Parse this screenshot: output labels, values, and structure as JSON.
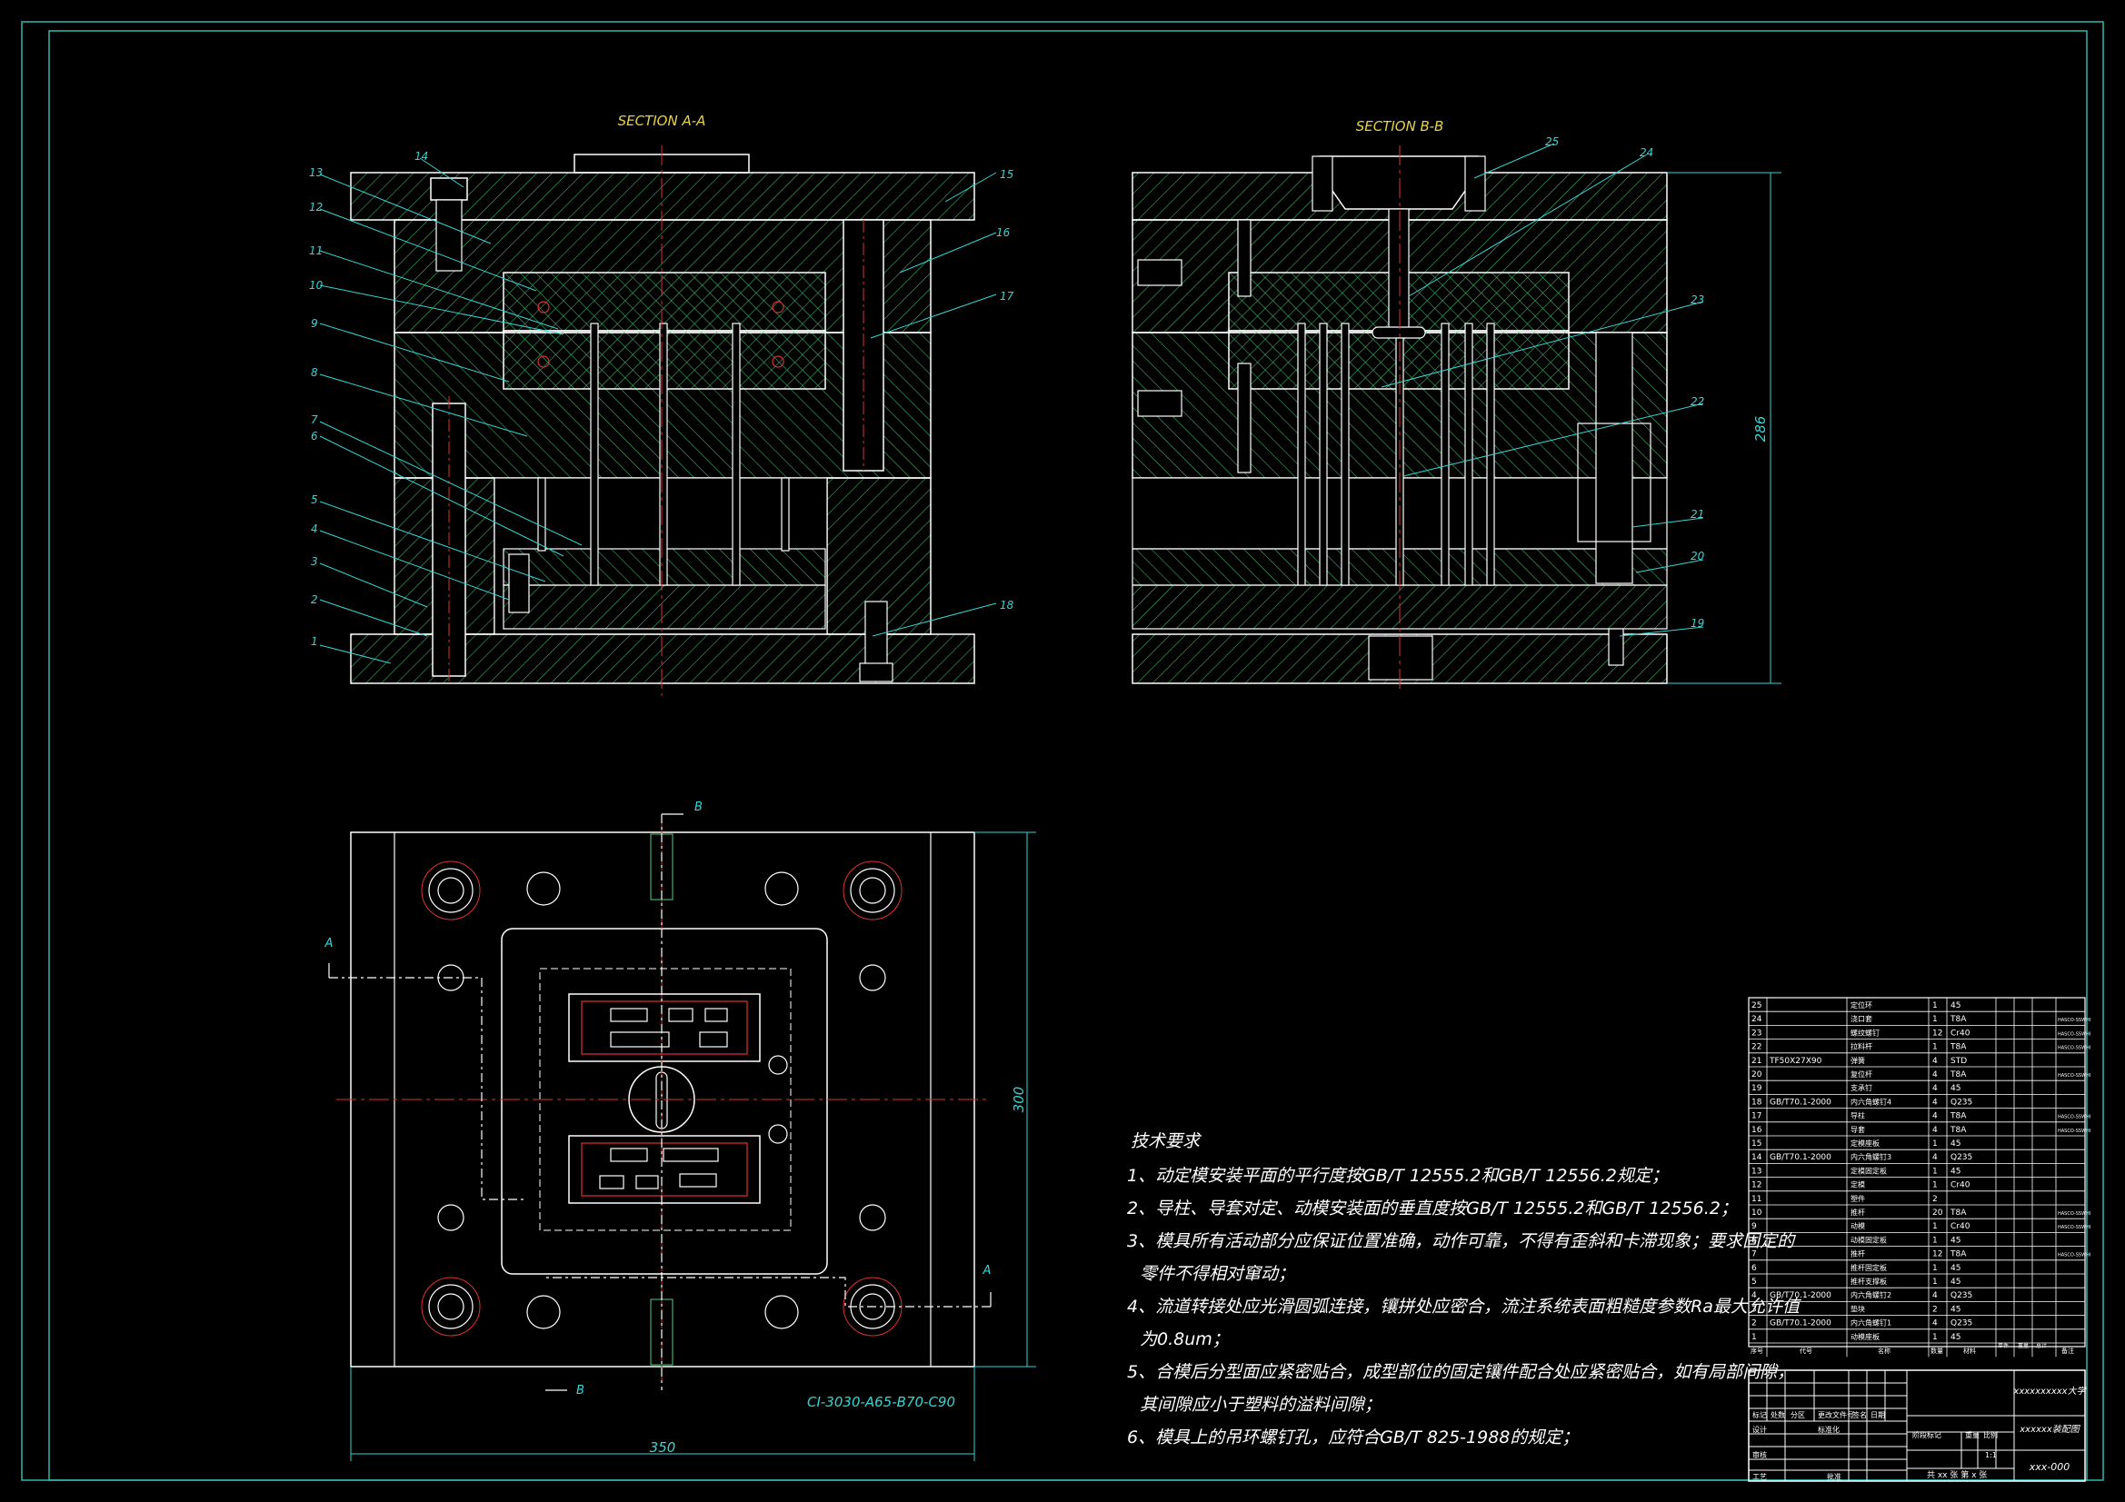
{
  "colors": {
    "background": "#000000",
    "frame": "#32b8b0",
    "outline": "#ffffff",
    "hatch": "#3fae6a",
    "center": "#e03030",
    "leader": "#32d6d6",
    "title_text": "#e6d24a"
  },
  "views": {
    "section_aa": "SECTION A-A",
    "section_bb": "SECTION B-B",
    "cut_b_top": "B",
    "cut_b_bottom": "B",
    "cut_a_left": "A",
    "cut_a_right": "A",
    "model_code": "CI-3030-A65-B70-C90"
  },
  "dimensions": {
    "height_bb": "286",
    "height_plan": "300",
    "width_plan": "350"
  },
  "balloons_aa": [
    "1",
    "2",
    "3",
    "4",
    "5",
    "6",
    "7",
    "8",
    "9",
    "10",
    "11",
    "12",
    "13",
    "14",
    "15",
    "16",
    "17",
    "18"
  ],
  "balloons_bb": [
    "19",
    "20",
    "21",
    "22",
    "23",
    "24",
    "25"
  ],
  "requirements": {
    "title": "技术要求",
    "lines": [
      "1、动定模安装平面的平行度按GB/T 12555.2和GB/T 12556.2规定；",
      "2、导柱、导套对定、动模安装面的垂直度按GB/T 12555.2和GB/T 12556.2；",
      "3、模具所有活动部分应保证位置准确，动作可靠，不得有歪斜和卡滞现象；要求固定的",
      "零件不得相对窜动；",
      "4、流道转接处应光滑圆弧连接，镶拼处应密合，流注系统表面粗糙度参数Ra最大允许值",
      "为0.8um；",
      "5、合模后分型面应紧密贴合，成型部位的固定镶件配合处应紧密贴合，如有局部间隙，",
      "其间隙应小于塑料的溢料间隙；",
      "6、模具上的吊环螺钉孔，应符合GB/T 825-1988的规定；"
    ]
  },
  "bom": {
    "rows": [
      {
        "no": "25",
        "code": "",
        "name": "定位环",
        "qty": "1",
        "mat": "45",
        "note": ""
      },
      {
        "no": "24",
        "code": "",
        "name": "浇口套",
        "qty": "1",
        "mat": "T8A",
        "note": "HASCO-SSWHI"
      },
      {
        "no": "23",
        "code": "",
        "name": "螺纹螺钉",
        "qty": "12",
        "mat": "Cr40",
        "note": "HASCO-SSWHI"
      },
      {
        "no": "22",
        "code": "",
        "name": "拉料杆",
        "qty": "1",
        "mat": "T8A",
        "note": "HASCO-SSWHI"
      },
      {
        "no": "21",
        "code": "TF50X27X90",
        "name": "弹簧",
        "qty": "4",
        "mat": "STD",
        "note": ""
      },
      {
        "no": "20",
        "code": "",
        "name": "复位杆",
        "qty": "4",
        "mat": "T8A",
        "note": "HASCO-SSWHI"
      },
      {
        "no": "19",
        "code": "",
        "name": "支承钉",
        "qty": "4",
        "mat": "45",
        "note": ""
      },
      {
        "no": "18",
        "code": "GB/T70.1-2000",
        "name": "内六角螺钉4",
        "qty": "4",
        "mat": "Q235",
        "note": ""
      },
      {
        "no": "17",
        "code": "",
        "name": "导柱",
        "qty": "4",
        "mat": "T8A",
        "note": "HASCO-SSWHI"
      },
      {
        "no": "16",
        "code": "",
        "name": "导套",
        "qty": "4",
        "mat": "T8A",
        "note": "HASCO-SSWHI"
      },
      {
        "no": "15",
        "code": "",
        "name": "定模座板",
        "qty": "1",
        "mat": "45",
        "note": ""
      },
      {
        "no": "14",
        "code": "GB/T70.1-2000",
        "name": "内六角螺钉3",
        "qty": "4",
        "mat": "Q235",
        "note": ""
      },
      {
        "no": "13",
        "code": "",
        "name": "定模固定板",
        "qty": "1",
        "mat": "45",
        "note": ""
      },
      {
        "no": "12",
        "code": "",
        "name": "定模",
        "qty": "1",
        "mat": "Cr40",
        "note": ""
      },
      {
        "no": "11",
        "code": "",
        "name": "塑件",
        "qty": "2",
        "mat": "",
        "note": ""
      },
      {
        "no": "10",
        "code": "",
        "name": "推杆",
        "qty": "20",
        "mat": "T8A",
        "note": "HASCO-SSWHI"
      },
      {
        "no": "9",
        "code": "",
        "name": "动模",
        "qty": "1",
        "mat": "Cr40",
        "note": "HASCO-SSWHI"
      },
      {
        "no": "8",
        "code": "",
        "name": "动模固定板",
        "qty": "1",
        "mat": "45",
        "note": ""
      },
      {
        "no": "7",
        "code": "",
        "name": "推杆",
        "qty": "12",
        "mat": "T8A",
        "note": "HASCO-SSWHI"
      },
      {
        "no": "6",
        "code": "",
        "name": "推杆固定板",
        "qty": "1",
        "mat": "45",
        "note": ""
      },
      {
        "no": "5",
        "code": "",
        "name": "推杆支撑板",
        "qty": "1",
        "mat": "45",
        "note": ""
      },
      {
        "no": "4",
        "code": "GB/T70.1-2000",
        "name": "内六角螺钉2",
        "qty": "4",
        "mat": "Q235",
        "note": ""
      },
      {
        "no": "3",
        "code": "",
        "name": "垫块",
        "qty": "2",
        "mat": "45",
        "note": ""
      },
      {
        "no": "2",
        "code": "GB/T70.1-2000",
        "name": "内六角螺钉1",
        "qty": "4",
        "mat": "Q235",
        "note": ""
      },
      {
        "no": "1",
        "code": "",
        "name": "动模座板",
        "qty": "1",
        "mat": "45",
        "note": ""
      }
    ],
    "header": {
      "no": "序号",
      "code": "代号",
      "name": "名称",
      "qty": "数量",
      "mat": "材料",
      "unit_wt": "单件",
      "total_wt": "总计",
      "note": "备注",
      "wt_group": "重量"
    }
  },
  "title_block": {
    "school": "xxxxxxxxxx大学",
    "drawing_name": "xxxxxx装配图",
    "drawing_no": "xxx-000",
    "scale_value": "1:1",
    "sheets": "共 xx 张  第 x 张",
    "labels": {
      "mark": "标记",
      "count": "处数",
      "zone": "分区",
      "change_doc": "更改文件号",
      "sign": "签名",
      "date": "日期",
      "design": "设计",
      "std": "标准化",
      "review": "审核",
      "process": "工艺",
      "approve": "批准",
      "stage": "阶段标记",
      "weight": "重量",
      "scale": "比例"
    }
  }
}
